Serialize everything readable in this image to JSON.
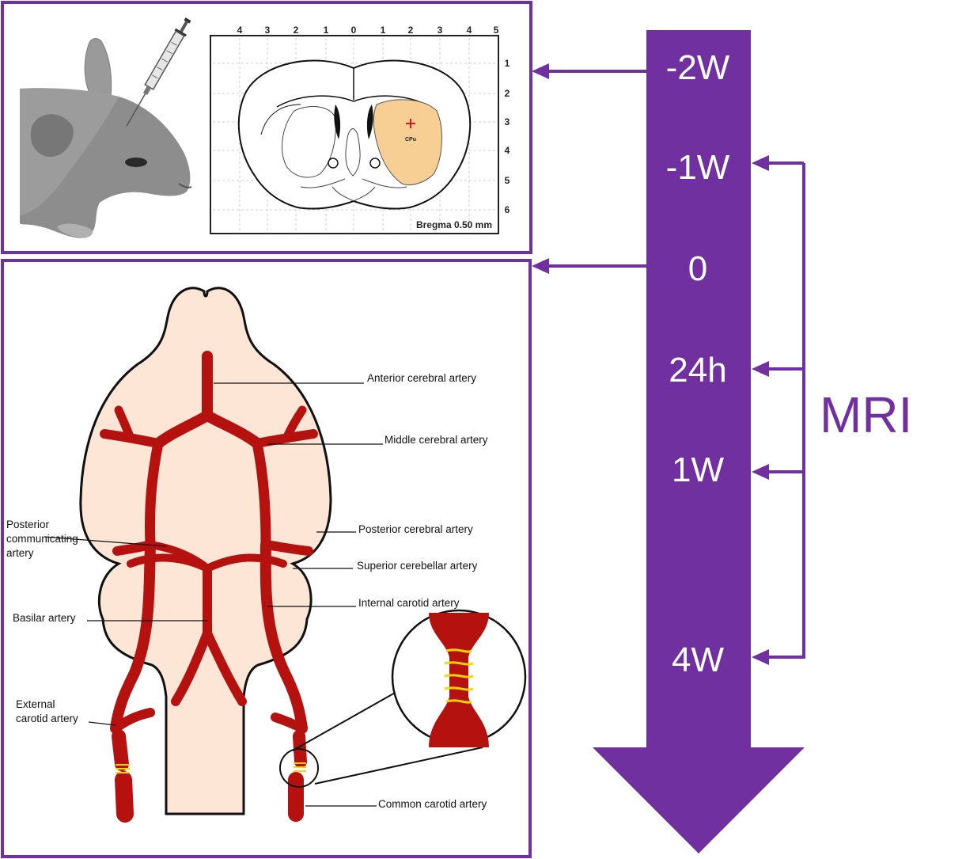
{
  "colors": {
    "purple": "#7030a0",
    "artery": "#b5120f",
    "brain_fill": "#fde6d6",
    "striatum": "#f7cf95",
    "suture": "#ffd400",
    "outline": "#111111",
    "white": "#ffffff"
  },
  "icons": [
    "mouse-photo",
    "syringe-icon",
    "coronal-section",
    "zoom-circle"
  ],
  "timeline": {
    "labels": [
      "-2W",
      "-1W",
      "0",
      "24h",
      "1W",
      "4W"
    ],
    "mri_label": "MRI"
  },
  "atlas": {
    "top_ticks": [
      "4",
      "3",
      "2",
      "1",
      "0",
      "1",
      "2",
      "3",
      "4",
      "5"
    ],
    "side_ticks": [
      "1",
      "2",
      "3",
      "4",
      "5",
      "6"
    ],
    "bregma": "Bregma 0.50 mm",
    "cpu": "CPu"
  },
  "vessels": {
    "anterior": "Anterior cerebral artery",
    "middle": "Middle cerebral artery",
    "posterior_comm_1": "Posterior",
    "posterior_comm_2": "communicating",
    "posterior_comm_3": "artery",
    "posterior_cerebral": "Posterior cerebral artery",
    "superior_cerebellar": "Superior cerebellar artery",
    "internal_carotid": "Internal carotid artery",
    "basilar": "Basilar artery",
    "external_1": "External",
    "external_2": "carotid artery",
    "common_carotid": "Common carotid artery"
  }
}
